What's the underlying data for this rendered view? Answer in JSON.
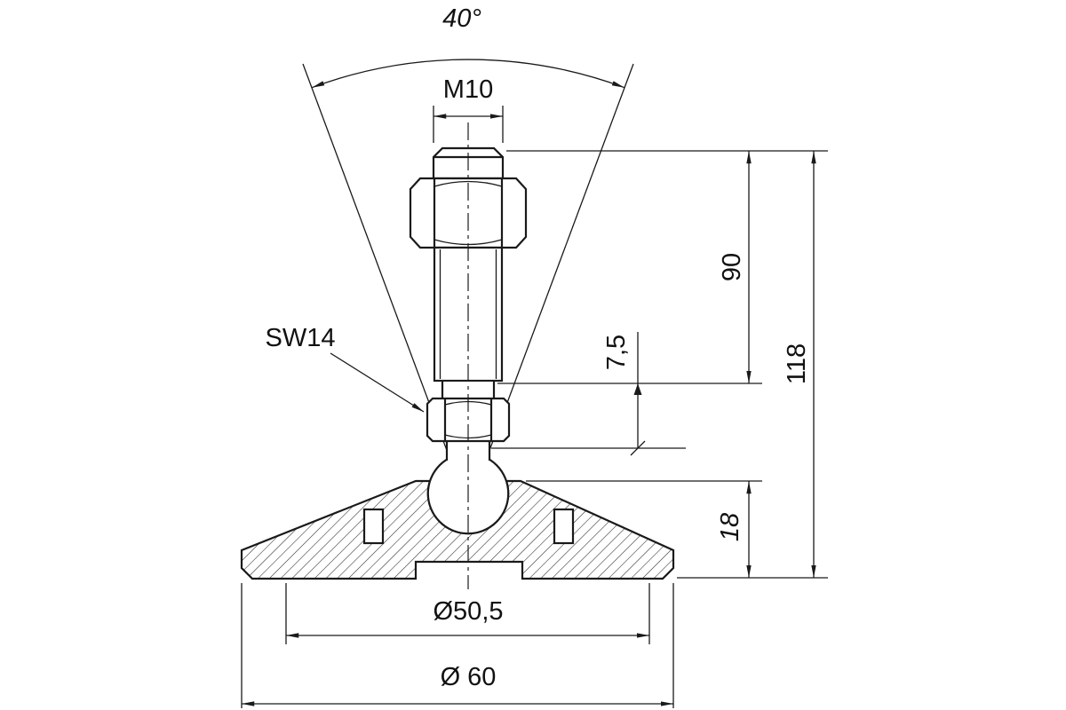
{
  "drawing": {
    "angle": "40°",
    "thread": "M10",
    "wrench_size": "SW14",
    "dim_7_5": "7,5",
    "dim_90": "90",
    "dim_118": "118",
    "dim_18": "18",
    "dia_inner": "Ø50,5",
    "dia_outer": "Ø 60",
    "line_color": "#1a1a1a",
    "background_color": "#ffffff"
  }
}
